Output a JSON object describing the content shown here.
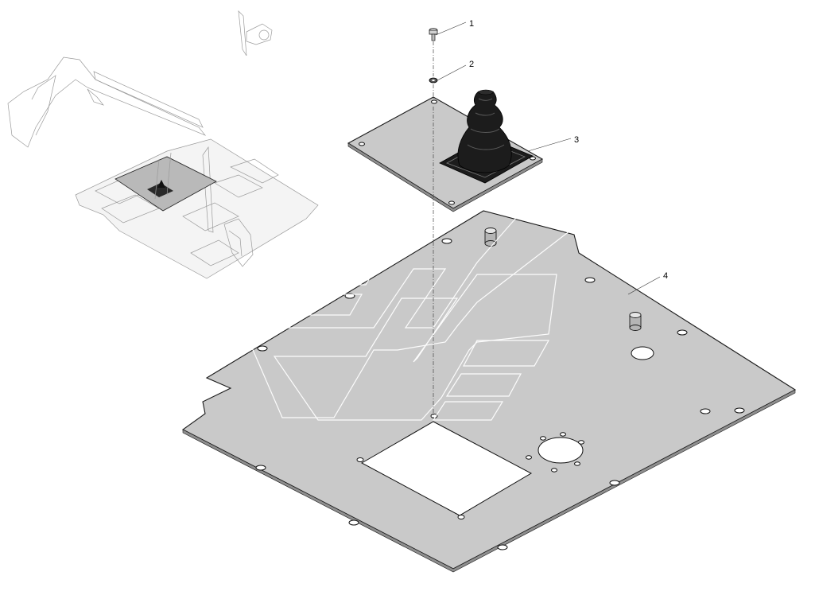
{
  "callouts": [
    {
      "number": "1",
      "part": "bolt"
    },
    {
      "number": "2",
      "part": "washer"
    },
    {
      "number": "3",
      "part": "boot-plate"
    },
    {
      "number": "4",
      "part": "floor-panel"
    }
  ],
  "colors": {
    "panel_fill": "#c9c9c9",
    "panel_stroke": "#1a1a1a",
    "boot_fill": "#1c1c1c",
    "ghost_stroke": "#9a9a9a",
    "background": "#ffffff"
  }
}
